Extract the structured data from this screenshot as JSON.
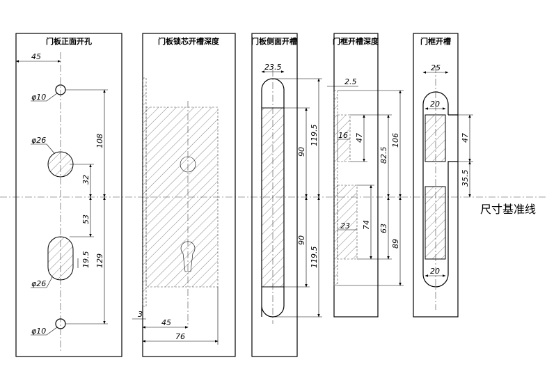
{
  "titles": {
    "p1": "门板正面开孔",
    "p2": "门板锁芯开槽深度",
    "p3": "门板侧面开槽",
    "p4": "门框开槽深度",
    "p5": "门框开槽"
  },
  "reference_line_label": "尺寸基准线",
  "p1_dims": {
    "w45": "45",
    "d10a": "φ10",
    "d26a": "φ26",
    "d26b": "φ26",
    "d10b": "φ10",
    "v108": "108",
    "v32": "32",
    "v53": "53",
    "v19_5": "19.5",
    "v129": "129"
  },
  "p2_dims": {
    "h3": "3",
    "h45": "45",
    "h76": "76"
  },
  "p3_dims": {
    "w23_5": "23.5",
    "v90a": "90",
    "v90b": "90",
    "v119_5a": "119.5",
    "v119_5b": "119.5"
  },
  "p4_dims": {
    "w2_5": "2.5",
    "w16": "16",
    "v47": "47",
    "v82_5": "82.5",
    "v106": "106",
    "w23": "23",
    "v74": "74",
    "v63": "63",
    "v89": "89"
  },
  "p5_dims": {
    "w25": "25",
    "w20a": "20",
    "v47": "47",
    "v35_5": "35.5",
    "w20b": "20"
  }
}
